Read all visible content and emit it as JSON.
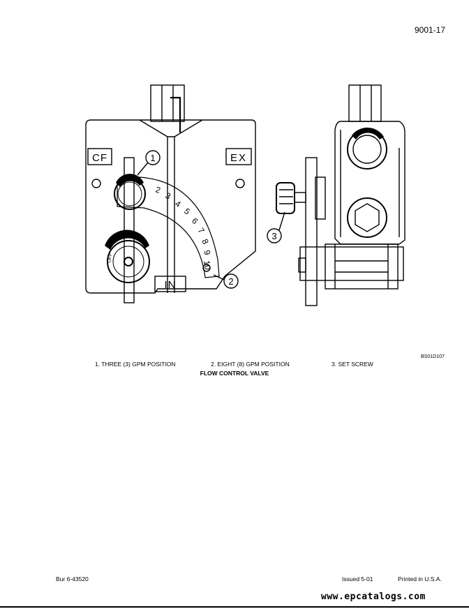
{
  "header": {
    "page_number": "9001-17"
  },
  "figure": {
    "labels": {
      "cf": "CF",
      "ex": "EX",
      "in": "IN",
      "dial_side": "OFF"
    },
    "dial_scale": [
      "2",
      "3",
      "4",
      "5",
      "6",
      "7",
      "8",
      "9",
      "10"
    ],
    "callouts": [
      "1",
      "2",
      "3"
    ],
    "figure_code": "BS01D107"
  },
  "legend": {
    "item1": "1.  THREE (3) GPM POSITION",
    "item2": "2.  EIGHT (8) GPM POSITION",
    "item3": "3.  SET SCREW"
  },
  "caption": "FLOW CONTROL VALVE",
  "footer": {
    "doc_number": "Bur 6-43520",
    "issued": "Issued 5-01",
    "printed": "Printed in U.S.A."
  },
  "watermark": "www.epcatalogs.com"
}
